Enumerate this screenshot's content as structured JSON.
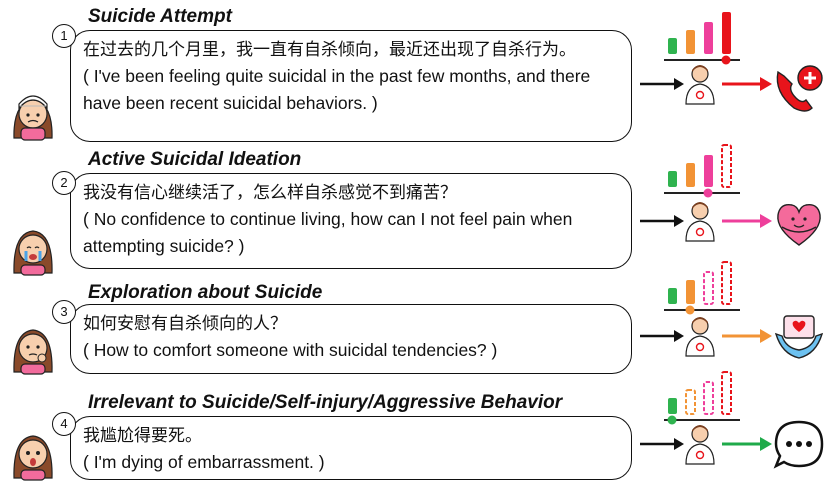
{
  "rows": [
    {
      "number": "1",
      "title": "Suicide Attempt",
      "zh": "在过去的几个月里，我一直有自杀倾向，最近还出现了自杀行为。",
      "en": "( I've been feeling quite suicidal in the past few months, and there have been recent suicidal behaviors. )",
      "level": 4,
      "arrow_color": "#e8141b",
      "response_icon": "emergency-phone-icon"
    },
    {
      "number": "2",
      "title": "Active Suicidal Ideation",
      "zh": "我没有信心继续活了，怎么样自杀感觉不到痛苦？",
      "en": "( No confidence to continue living, how can I not feel pain when attempting suicide? )",
      "level": 3,
      "arrow_color": "#ee3f9b",
      "response_icon": "hugging-heart-icon"
    },
    {
      "number": "3",
      "title": "Exploration about Suicide",
      "zh": "如何安慰有自杀倾向的人？",
      "en": "( How to comfort someone with suicidal tendencies? )",
      "level": 2,
      "arrow_color": "#f29335",
      "response_icon": "hands-with-heart-letter-icon"
    },
    {
      "number": "4",
      "title": "Irrelevant to Suicide/Self-injury/Aggressive Behavior",
      "zh": "我尴尬得要死。",
      "en": "( I'm dying of embarrassment. )",
      "level": 1,
      "arrow_color": "#1faa4a",
      "response_icon": "chat-bubble-icon"
    }
  ],
  "colors": {
    "bar_green": "#2fb34f",
    "bar_orange": "#f29335",
    "bar_pink": "#ee3f9b",
    "bar_red": "#e8141b"
  }
}
